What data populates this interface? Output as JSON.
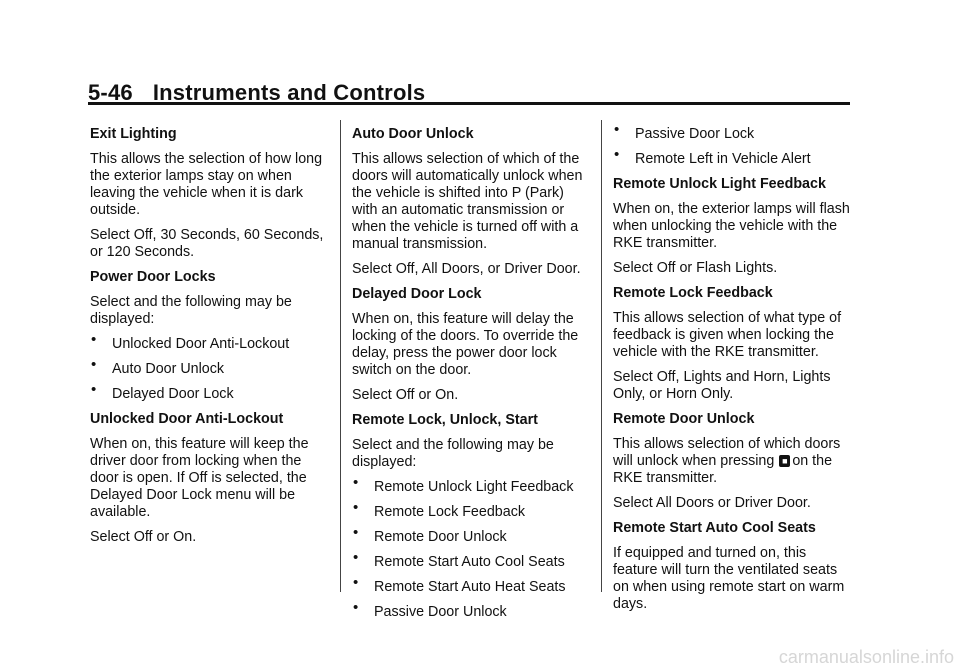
{
  "header": {
    "page_number": "5-46",
    "section_title": "Instruments and Controls"
  },
  "col1": {
    "exit_lighting_heading": "Exit Lighting",
    "exit_lighting_p1": "This allows the selection of how long the exterior lamps stay on when leaving the vehicle when it is dark outside.",
    "exit_lighting_p2": "Select Off, 30 Seconds, 60 Seconds, or 120 Seconds.",
    "power_door_locks_heading": "Power Door Locks",
    "power_door_locks_p1": "Select and the following may be displayed:",
    "power_door_locks_bullets": [
      "Unlocked Door Anti-Lockout",
      "Auto Door Unlock",
      "Delayed Door Lock"
    ],
    "anti_lockout_heading": "Unlocked Door Anti-Lockout",
    "anti_lockout_p1": "When on, this feature will keep the driver door from locking when the door is open. If Off is selected, the Delayed Door Lock menu will be available.",
    "anti_lockout_p2": "Select Off or On."
  },
  "col2": {
    "auto_unlock_heading": "Auto Door Unlock",
    "auto_unlock_p1": "This allows selection of which of the doors will automatically unlock when the vehicle is shifted into P (Park) with an automatic transmission or when the vehicle is turned off with a manual transmission.",
    "auto_unlock_p2": "Select Off, All Doors, or Driver Door.",
    "delayed_lock_heading": "Delayed Door Lock",
    "delayed_lock_p1": "When on, this feature will delay the locking of the doors. To override the delay, press the power door lock switch on the door.",
    "delayed_lock_p2": "Select Off or On.",
    "remote_heading": "Remote Lock, Unlock, Start",
    "remote_p1": "Select and the following may be displayed:",
    "remote_bullets": [
      "Remote Unlock Light Feedback",
      "Remote Lock Feedback",
      "Remote Door Unlock",
      "Remote Start Auto Cool Seats",
      "Remote Start Auto Heat Seats",
      "Passive Door Unlock"
    ]
  },
  "col3": {
    "top_bullets": [
      "Passive Door Lock",
      "Remote Left in Vehicle Alert"
    ],
    "unlock_light_heading": "Remote Unlock Light Feedback",
    "unlock_light_p1": "When on, the exterior lamps will flash when unlocking the vehicle with the RKE transmitter.",
    "unlock_light_p2": "Select Off or Flash Lights.",
    "lock_feedback_heading": "Remote Lock Feedback",
    "lock_feedback_p1": "This allows selection of what type of feedback is given when locking the vehicle with the RKE transmitter.",
    "lock_feedback_p2": "Select Off, Lights and Horn, Lights Only, or Horn Only.",
    "door_unlock_heading": "Remote Door Unlock",
    "door_unlock_p1_a": "This allows selection of which doors will unlock when pressing",
    "door_unlock_p1_b": "on the RKE transmitter.",
    "door_unlock_p2": "Select All Doors or Driver Door.",
    "auto_cool_heading": "Remote Start Auto Cool Seats",
    "auto_cool_p1": "If equipped and turned on, this feature will turn the ventilated seats on when using remote start on warm days."
  },
  "icons": {
    "unlock_key": "rke-unlock-icon"
  },
  "footer": {
    "watermark": "carmanualsonline.info"
  }
}
